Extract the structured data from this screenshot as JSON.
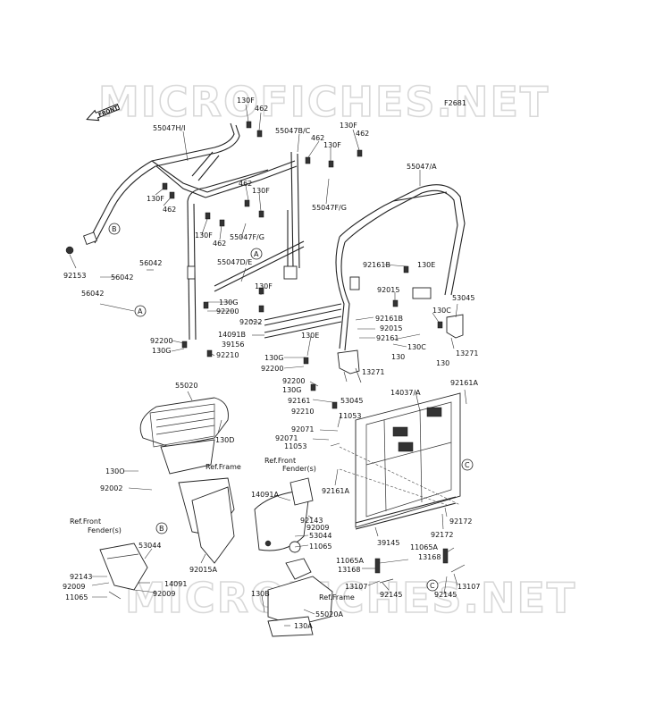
{
  "watermarks": {
    "top": "MICROFICHES.NET",
    "bottom": "MICROFICHES.NET"
  },
  "figure_code": "F2681",
  "front_label": "FRONT",
  "callouts": {
    "A": "A",
    "B": "B",
    "C": "C"
  },
  "labels": [
    {
      "id": "p130f_a",
      "text": "130F"
    },
    {
      "id": "p462_a",
      "text": "462"
    },
    {
      "id": "p55047hi",
      "text": "55047H/I"
    },
    {
      "id": "p55047bc",
      "text": "55047B/C"
    },
    {
      "id": "p462_b",
      "text": "462"
    },
    {
      "id": "p130f_b",
      "text": "130F"
    },
    {
      "id": "p130f_c",
      "text": "130F"
    },
    {
      "id": "p462_c",
      "text": "462"
    },
    {
      "id": "p55047a",
      "text": "55047/A"
    },
    {
      "id": "p130f_d",
      "text": "130F"
    },
    {
      "id": "p462_d",
      "text": "462"
    },
    {
      "id": "p462_e",
      "text": "462"
    },
    {
      "id": "p130f_e",
      "text": "130F"
    },
    {
      "id": "p55047fg_a",
      "text": "55047F/G"
    },
    {
      "id": "p130f_f",
      "text": "130F"
    },
    {
      "id": "p462_f",
      "text": "462"
    },
    {
      "id": "p55047fg_b",
      "text": "55047F/G"
    },
    {
      "id": "p92153",
      "text": "92153"
    },
    {
      "id": "p56042_a",
      "text": "56042"
    },
    {
      "id": "p56042_b",
      "text": "56042"
    },
    {
      "id": "p56042_c",
      "text": "56042"
    },
    {
      "id": "p55047de",
      "text": "55047D/E"
    },
    {
      "id": "p130f_g",
      "text": "130F"
    },
    {
      "id": "p92161b_a",
      "text": "92161B"
    },
    {
      "id": "p130e_a",
      "text": "130E"
    },
    {
      "id": "p92015_a",
      "text": "92015"
    },
    {
      "id": "p53045_a",
      "text": "53045"
    },
    {
      "id": "p130g_a",
      "text": "130G"
    },
    {
      "id": "p92200_a",
      "text": "92200"
    },
    {
      "id": "p92022",
      "text": "92022"
    },
    {
      "id": "p14091b",
      "text": "14091B"
    },
    {
      "id": "p39156",
      "text": "39156"
    },
    {
      "id": "p92200_b",
      "text": "92200"
    },
    {
      "id": "p130g_b",
      "text": "130G"
    },
    {
      "id": "p92210_a",
      "text": "92210"
    },
    {
      "id": "p130e_b",
      "text": "130E"
    },
    {
      "id": "p130g_c",
      "text": "130G"
    },
    {
      "id": "p92200_c",
      "text": "92200"
    },
    {
      "id": "p92161b_b",
      "text": "92161B"
    },
    {
      "id": "p92015_b",
      "text": "92015"
    },
    {
      "id": "p92161_a",
      "text": "92161"
    },
    {
      "id": "p130c_a",
      "text": "130C"
    },
    {
      "id": "p130c_b",
      "text": "130C"
    },
    {
      "id": "p130_a",
      "text": "130"
    },
    {
      "id": "p130_b",
      "text": "130"
    },
    {
      "id": "p13271_a",
      "text": "13271"
    },
    {
      "id": "p13271_b",
      "text": "13271"
    },
    {
      "id": "p92200_d",
      "text": "92200"
    },
    {
      "id": "p130g_d",
      "text": "130G"
    },
    {
      "id": "p92161_b",
      "text": "92161"
    },
    {
      "id": "p92210_b",
      "text": "92210"
    },
    {
      "id": "p53045_b",
      "text": "53045"
    },
    {
      "id": "p55020",
      "text": "55020"
    },
    {
      "id": "p14037a",
      "text": "14037/A"
    },
    {
      "id": "p92161a_a",
      "text": "92161A"
    },
    {
      "id": "p11053_a",
      "text": "11053"
    },
    {
      "id": "p92071_a",
      "text": "92071"
    },
    {
      "id": "p92071_b",
      "text": "92071"
    },
    {
      "id": "p11053_b",
      "text": "11053"
    },
    {
      "id": "p130d",
      "text": "130D"
    },
    {
      "id": "p130o",
      "text": "130O"
    },
    {
      "id": "p92002",
      "text": "92002"
    },
    {
      "id": "p_reffront_a",
      "text": "Ref.Front"
    },
    {
      "id": "p_fenders_a",
      "text": "Fender(s)"
    },
    {
      "id": "p_refframe_a",
      "text": "Ref.Frame"
    },
    {
      "id": "p92161a_b",
      "text": "92161A"
    },
    {
      "id": "p14091a",
      "text": "14091A"
    },
    {
      "id": "p92143_a",
      "text": "92143"
    },
    {
      "id": "p92009_a",
      "text": "92009"
    },
    {
      "id": "p53044_a",
      "text": "53044"
    },
    {
      "id": "p11065",
      "text": "11065"
    },
    {
      "id": "p92172_a",
      "text": "92172"
    },
    {
      "id": "p92172_b",
      "text": "92172"
    },
    {
      "id": "p39145",
      "text": "39145"
    },
    {
      "id": "p11065a_a",
      "text": "11065A"
    },
    {
      "id": "p13168_a",
      "text": "13168"
    },
    {
      "id": "p11065a_b",
      "text": "11065A"
    },
    {
      "id": "p13168_b",
      "text": "13168"
    },
    {
      "id": "p13107_a",
      "text": "13107"
    },
    {
      "id": "p13107_b",
      "text": "13107"
    },
    {
      "id": "p92145_a",
      "text": "92145"
    },
    {
      "id": "p92145_b",
      "text": "92145"
    },
    {
      "id": "p_reffront_b",
      "text": "Ref.Front"
    },
    {
      "id": "p_fenders_b",
      "text": "Fender(s)"
    },
    {
      "id": "p53044_b",
      "text": "53044"
    },
    {
      "id": "p92015a",
      "text": "92015A"
    },
    {
      "id": "p92143_b",
      "text": "92143"
    },
    {
      "id": "p92009_b",
      "text": "92009"
    },
    {
      "id": "p14091",
      "text": "14091"
    },
    {
      "id": "p92009_c",
      "text": "92009"
    },
    {
      "id": "p11065_b",
      "text": "11065"
    },
    {
      "id": "p130b",
      "text": "130B"
    },
    {
      "id": "p_refframe_b",
      "text": "Ref.Frame"
    },
    {
      "id": "p55020a",
      "text": "55020A"
    },
    {
      "id": "p130a",
      "text": "130A"
    }
  ]
}
